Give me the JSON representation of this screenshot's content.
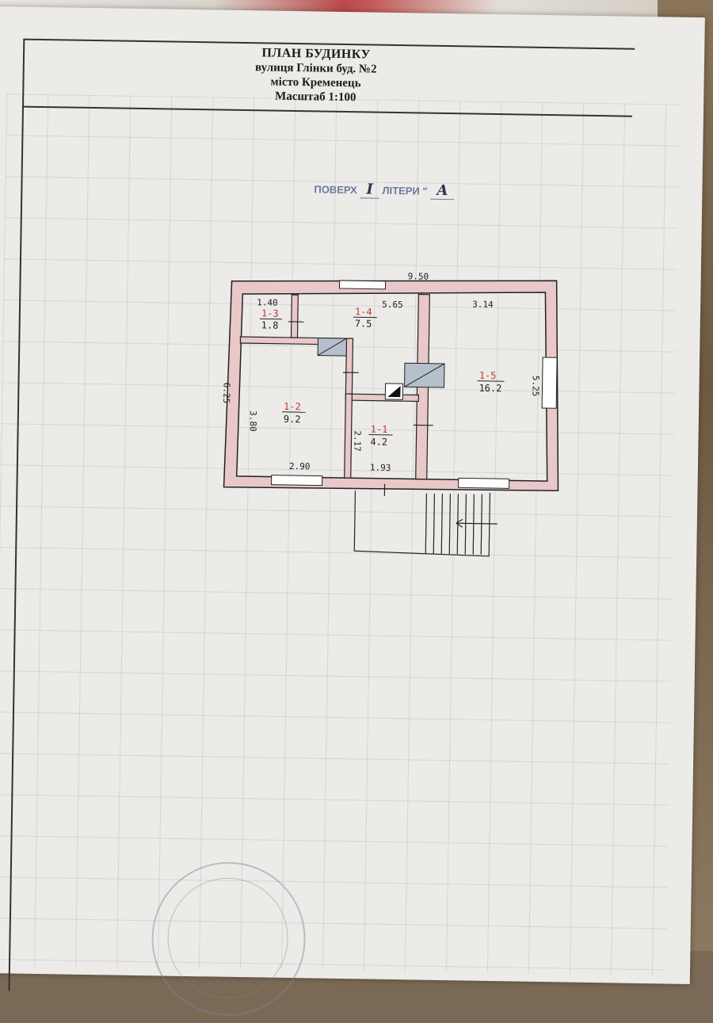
{
  "header": {
    "title": "ПЛАН БУДИНКУ",
    "street": "вулиця Глінки буд. №2",
    "city": "місто Кременець",
    "scale": "Масштаб 1:100"
  },
  "floor": {
    "floor_label": "ПОВЕРХ",
    "floor_value": "I",
    "letter_label": "ЛІТЕРИ \"",
    "letter_value": "А"
  },
  "plan": {
    "overall_width": "9.50",
    "overall_depth": "6.25",
    "dims": {
      "top_small": "1.40",
      "corridor_width": "5.65",
      "right_room_width": "3.14",
      "right_room_depth": "5.25",
      "left_room_depth": "3.80",
      "left_room_width": "2.90",
      "hall_depth": "2.17",
      "hall_width": "1.93"
    },
    "rooms": [
      {
        "id": "1-3",
        "area": "1.8"
      },
      {
        "id": "1-4",
        "area": "7.5"
      },
      {
        "id": "1-2",
        "area": "9.2"
      },
      {
        "id": "1-1",
        "area": "4.2"
      },
      {
        "id": "1-5",
        "area": "16.2"
      }
    ]
  },
  "colors": {
    "wall_fill": "#e8c8c8",
    "ink": "#222222",
    "room_id_red": "#c0392b"
  }
}
